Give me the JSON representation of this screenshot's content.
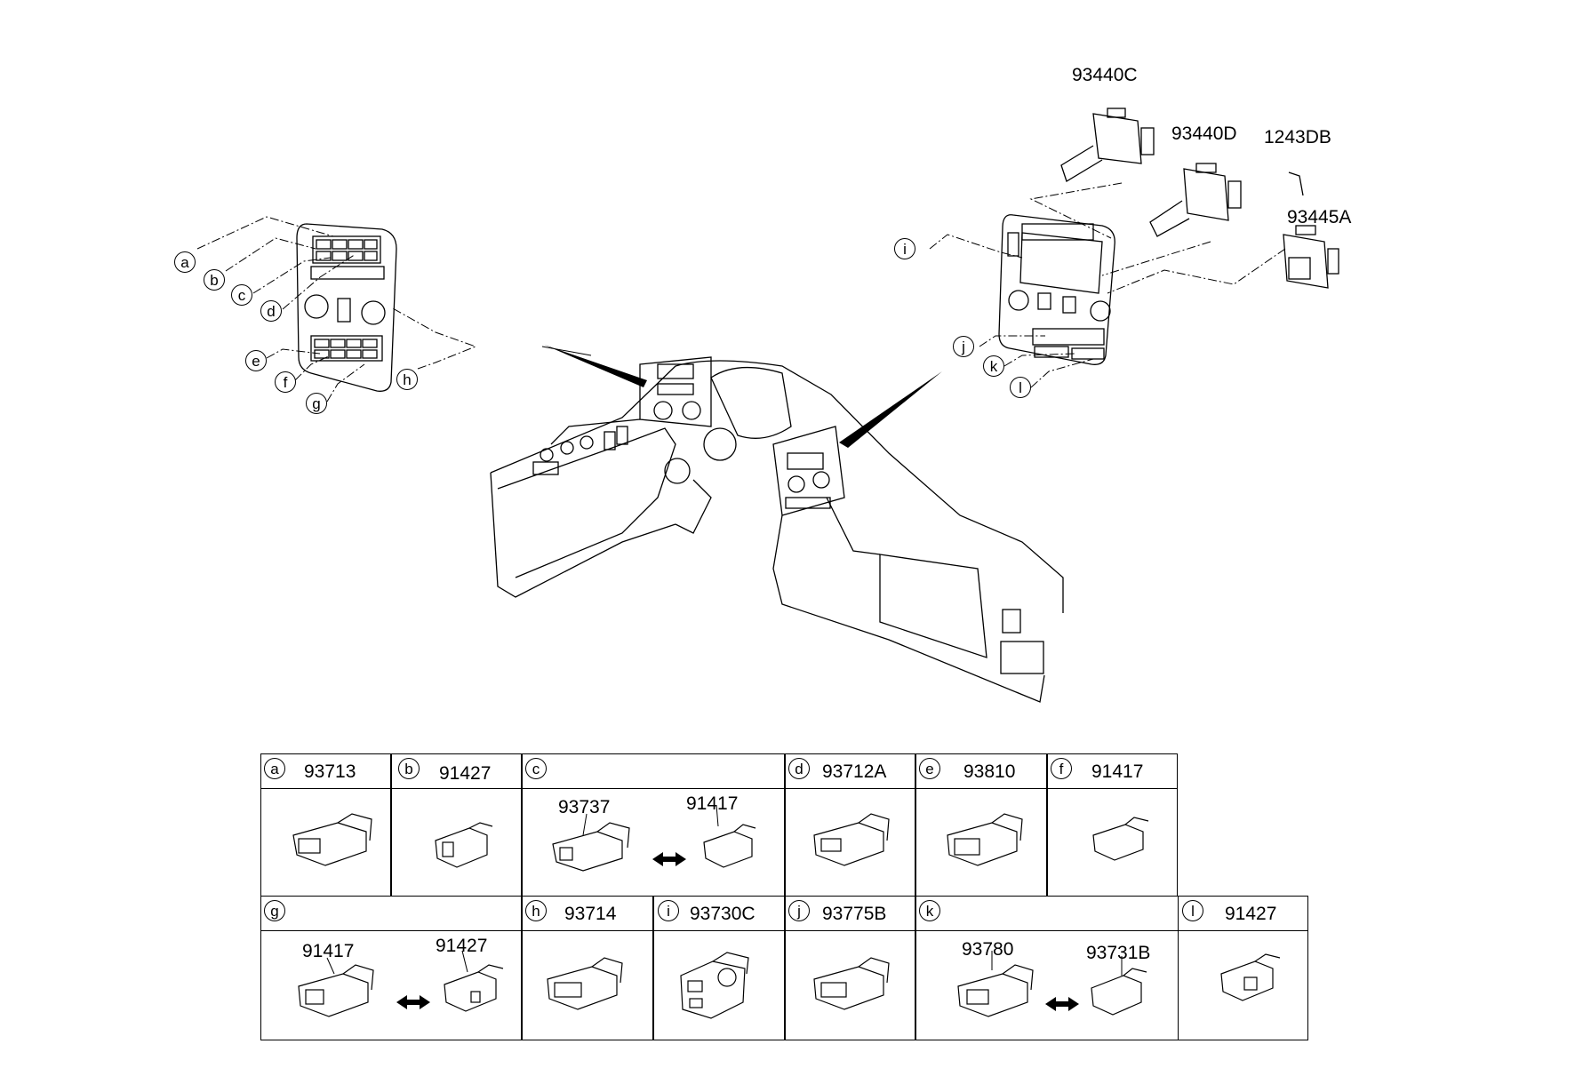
{
  "callouts": {
    "top_parts": [
      "93440C",
      "93440D",
      "1243DB",
      "93445A"
    ],
    "left_letters": [
      "a",
      "b",
      "c",
      "d",
      "e",
      "f",
      "g",
      "h"
    ],
    "right_letters": [
      "i",
      "j",
      "k",
      "l"
    ]
  },
  "table": {
    "row1": [
      {
        "letter": "a",
        "parts": [
          "93713"
        ]
      },
      {
        "letter": "b",
        "parts": [
          "91427"
        ]
      },
      {
        "letter": "c",
        "parts": [
          "93737",
          "91417"
        ]
      },
      {
        "letter": "d",
        "parts": [
          "93712A"
        ]
      },
      {
        "letter": "e",
        "parts": [
          "93810"
        ]
      },
      {
        "letter": "f",
        "parts": [
          "91417"
        ]
      }
    ],
    "row2": [
      {
        "letter": "g",
        "parts": [
          "91417",
          "91427"
        ]
      },
      {
        "letter": "h",
        "parts": [
          "93714"
        ]
      },
      {
        "letter": "i",
        "parts": [
          "93730C"
        ]
      },
      {
        "letter": "j",
        "parts": [
          "93775B"
        ]
      },
      {
        "letter": "k",
        "parts": [
          "93780",
          "93731B"
        ]
      },
      {
        "letter": "l",
        "parts": [
          "91427"
        ]
      }
    ]
  }
}
